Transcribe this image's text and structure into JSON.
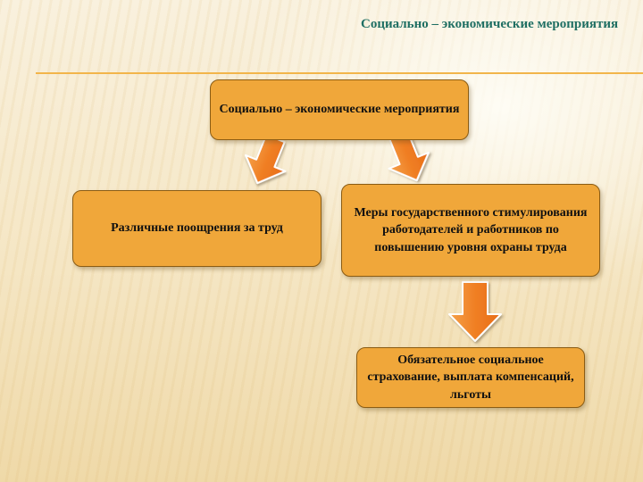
{
  "title": "Социально – экономические мероприятия",
  "nodes": {
    "top": "Социально – экономические мероприятия",
    "left": "Различные поощрения за труд",
    "right": "Меры государственного стимулирования работодателей и работников по повышению уровня охраны труда",
    "bottom": "Обязательное социальное страхование, выплата компенсаций, льготы"
  },
  "colors": {
    "box_fill": "#f0a73a",
    "box_border": "#8a5c14",
    "arrow_fill": "#f28a2c",
    "title_text": "#1f6f63",
    "divider": "#f2b54a"
  }
}
